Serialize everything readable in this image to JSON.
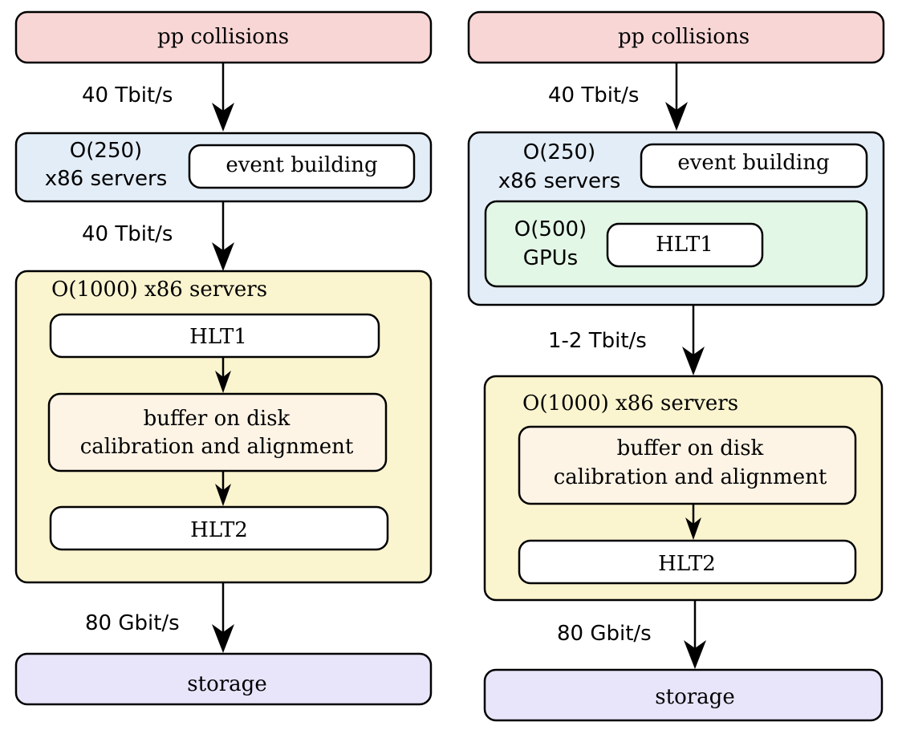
{
  "colors": {
    "source": "#f9d6d6",
    "event_builder": "#e3edf7",
    "gpu": "#e3f7e6",
    "cpu_farm": "#faf4cf",
    "buffer": "#fdf4e6",
    "storage": "#e8e4fa",
    "stage": "#ffffff"
  },
  "left": {
    "source": "pp collisions",
    "rate_1": "40 Tbit/s",
    "event_builder_line1": "O(250)",
    "event_builder_line2": "x86 servers",
    "event_building": "event building",
    "rate_2": "40 Tbit/s",
    "cpu_farm_title": "O(1000) x86 servers",
    "hlt1": "HLT1",
    "buffer_line1": "buffer on disk",
    "buffer_line2": "calibration and alignment",
    "hlt2": "HLT2",
    "rate_3": "80 Gbit/s",
    "storage": "storage"
  },
  "right": {
    "source": "pp collisions",
    "rate_1": "40 Tbit/s",
    "event_builder_line1": "O(250)",
    "event_builder_line2": "x86 servers",
    "event_building": "event building",
    "gpu_line1": "O(500)",
    "gpu_line2": "GPUs",
    "hlt1": "HLT1",
    "rate_2": "1-2 Tbit/s",
    "cpu_farm_title": "O(1000) x86 servers",
    "buffer_line1": "buffer on disk",
    "buffer_line2": "calibration and alignment",
    "hlt2": "HLT2",
    "rate_3": "80 Gbit/s",
    "storage": "storage"
  }
}
